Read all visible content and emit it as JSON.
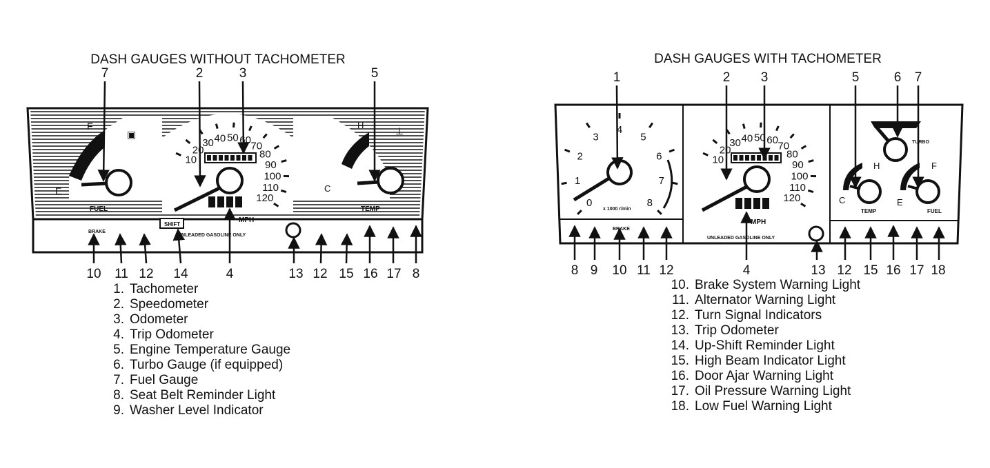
{
  "left_diagram": {
    "title": "DASH GAUGES WITHOUT TACHOMETER",
    "top_callouts": [
      "7",
      "2",
      "3",
      "5"
    ],
    "bottom_callouts": [
      "10",
      "11",
      "12",
      "14",
      "4",
      "13",
      "12",
      "15",
      "16",
      "17",
      "8"
    ],
    "speedo_ticks": [
      "10",
      "20",
      "30",
      "40",
      "50",
      "60",
      "70",
      "80",
      "90",
      "100",
      "110",
      "120"
    ],
    "fuel_labels": {
      "full": "F",
      "empty": "E",
      "caption": "FUEL"
    },
    "temp_labels": {
      "hot": "H",
      "cold": "C",
      "caption": "TEMP"
    },
    "speed_unit": "MPH",
    "shift_label": "SHIFT",
    "fuel_note": "UNLEADED GASOLINE ONLY",
    "brake_label": "BRAKE"
  },
  "right_diagram": {
    "title": "DASH GAUGES WITH TACHOMETER",
    "top_callouts": [
      "1",
      "2",
      "3",
      "5",
      "6",
      "7"
    ],
    "bottom_callouts": [
      "8",
      "9",
      "10",
      "11",
      "12",
      "4",
      "13",
      "12",
      "15",
      "16",
      "17",
      "18"
    ],
    "tach_ticks": [
      "0",
      "1",
      "2",
      "3",
      "4",
      "5",
      "6",
      "7",
      "8"
    ],
    "tach_unit": "x 1000 r/min",
    "speedo_ticks": [
      "10",
      "20",
      "30",
      "40",
      "50",
      "60",
      "70",
      "80",
      "90",
      "100",
      "110",
      "120"
    ],
    "speed_unit": "MPH",
    "temp_labels": {
      "hot": "H",
      "cold": "C",
      "caption": "TEMP"
    },
    "fuel_labels": {
      "full": "F",
      "empty": "E",
      "caption": "FUEL"
    },
    "turbo_label": "TURBO",
    "fuel_note": "UNLEADED GASOLINE ONLY",
    "brake_label": "BRAKE"
  },
  "legend_left": [
    {
      "num": "1.",
      "text": "Tachometer"
    },
    {
      "num": "2.",
      "text": "Speedometer"
    },
    {
      "num": "3.",
      "text": "Odometer"
    },
    {
      "num": "4.",
      "text": "Trip Odometer"
    },
    {
      "num": "5.",
      "text": "Engine Temperature Gauge"
    },
    {
      "num": "6.",
      "text": "Turbo Gauge (if equipped)"
    },
    {
      "num": "7.",
      "text": "Fuel Gauge"
    },
    {
      "num": "8.",
      "text": "Seat Belt Reminder Light"
    },
    {
      "num": "9.",
      "text": "Washer Level Indicator"
    }
  ],
  "legend_right": [
    {
      "num": "10.",
      "text": "Brake System Warning Light"
    },
    {
      "num": "11.",
      "text": "Alternator Warning Light"
    },
    {
      "num": "12.",
      "text": "Turn Signal Indicators"
    },
    {
      "num": "13.",
      "text": "Trip Odometer"
    },
    {
      "num": "14.",
      "text": "Up-Shift Reminder Light"
    },
    {
      "num": "15.",
      "text": "High Beam Indicator Light"
    },
    {
      "num": "16.",
      "text": "Door Ajar Warning Light"
    },
    {
      "num": "17.",
      "text": "Oil Pressure Warning Light"
    },
    {
      "num": "18.",
      "text": "Low Fuel Warning Light"
    }
  ]
}
